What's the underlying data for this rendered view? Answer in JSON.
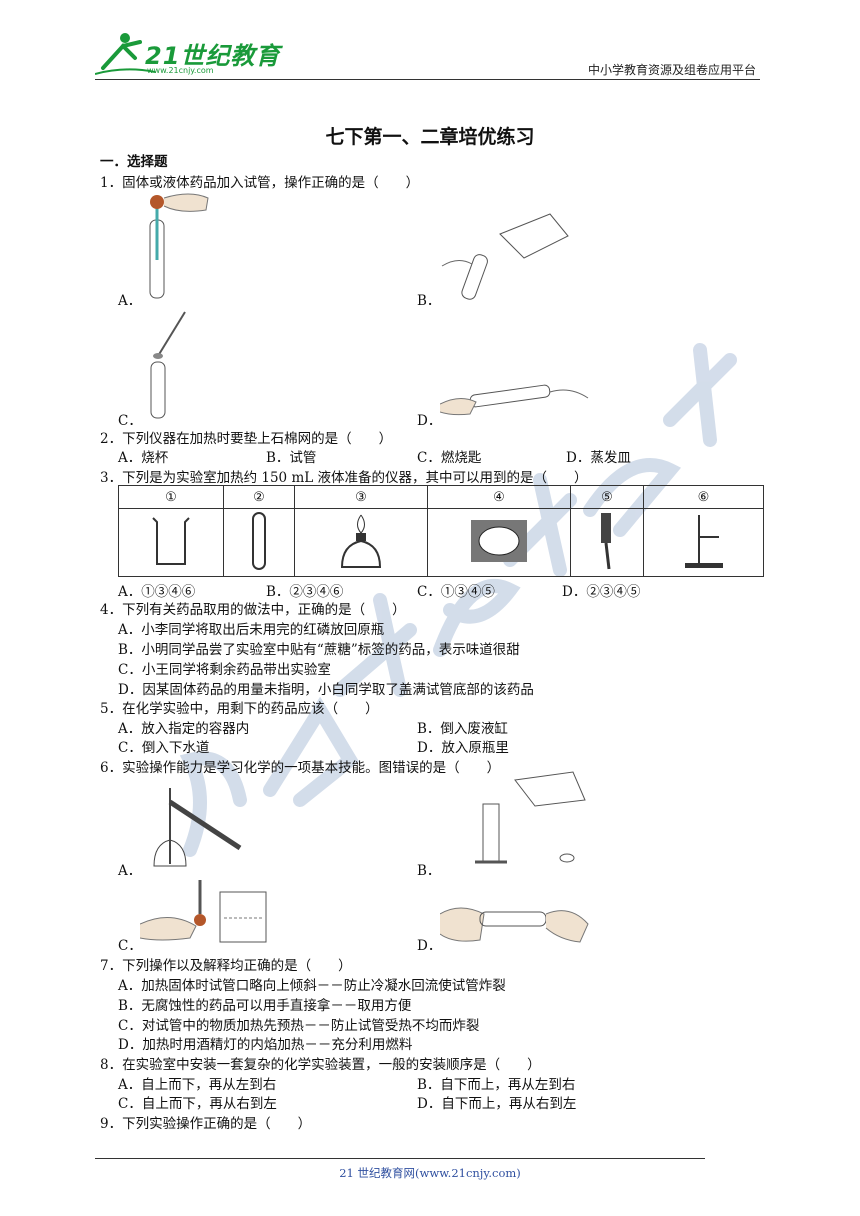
{
  "header": {
    "logo_text": "21世纪教育",
    "logo_sub": "www.21cnjy.com",
    "platform": "中小学教育资源及组卷应用平台"
  },
  "title": "七下第一、二章培优练习",
  "section": "一．选择题",
  "q1": {
    "stem": "1．固体或液体药品加入试管，操作正确的是（　　）",
    "a": "A．",
    "b": "B．",
    "c": "C．",
    "d": "D．"
  },
  "q2": {
    "stem": "2．下列仪器在加热时要垫上石棉网的是（　　）",
    "options": [
      "A．烧杯",
      "B．试管",
      "C．燃烧匙",
      "D．蒸发皿"
    ]
  },
  "q3": {
    "stem": "3．下列是为实验室加热约 150 mL 液体准备的仪器，其中可以用到的是（　　）",
    "headers": [
      "①",
      "②",
      "③",
      "④",
      "⑤",
      "⑥"
    ],
    "options": [
      "A．①③④⑥",
      "B．②③④⑥",
      "C．①③④⑤",
      "D．②③④⑤"
    ]
  },
  "q4": {
    "stem": "4．下列有关药品取用的做法中，正确的是（　　）",
    "options": [
      "A．小李同学将取出后未用完的红磷放回原瓶",
      "B．小明同学品尝了实验室中贴有“蔗糖”标签的药品，表示味道很甜",
      "C．小王同学将剩余药品带出实验室",
      "D．因某固体药品的用量未指明，小白同学取了盖满试管底部的该药品"
    ]
  },
  "q5": {
    "stem": "5．在化学实验中，用剩下的药品应该（　　）",
    "options": [
      "A．放入指定的容器内",
      "B．倒入废液缸",
      "C．倒入下水道",
      "D．放入原瓶里"
    ]
  },
  "q6": {
    "stem": "6．实验操作能力是学习化学的一项基本技能。图错误的是（　　）",
    "a": "A．",
    "b": "B．",
    "c": "C．",
    "d": "D．"
  },
  "q7": {
    "stem": "7．下列操作以及解释均正确的是（　　）",
    "options": [
      "A．加热固体时试管口略向上倾斜－－防止冷凝水回流使试管炸裂",
      "B．无腐蚀性的药品可以用手直接拿－－取用方便",
      "C．对试管中的物质加热先预热－－防止试管受热不均而炸裂",
      "D．加热时用酒精灯的内焰加热－－充分利用燃料"
    ]
  },
  "q8": {
    "stem": "8．在实验室中安装一套复杂的化学实验装置，一般的安装顺序是（　　）",
    "options": [
      "A．自上而下，再从左到右",
      "B．自下而上，再从左到右",
      "C．自上而下，再从右到左",
      "D．自下而上，再从右到左"
    ]
  },
  "q9": {
    "stem": "9．下列实验操作正确的是（　　）"
  },
  "footer": "21 世纪教育网(www.21cnjy.com)",
  "colors": {
    "brand_green": "#1a9a3a",
    "footer_blue": "#3050a0",
    "watermark": "#c5d2e4"
  }
}
